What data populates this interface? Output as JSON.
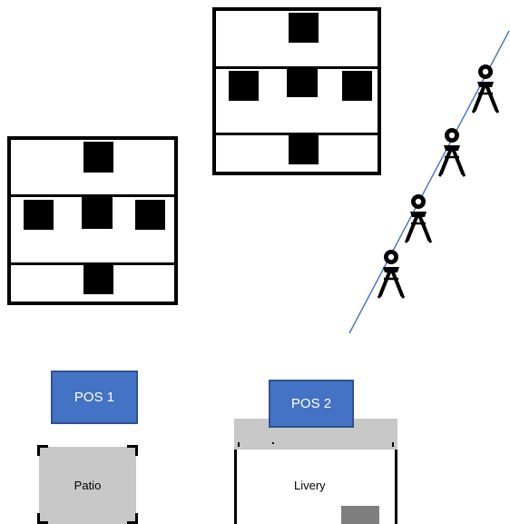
{
  "labels": {
    "pos1": "POS 1",
    "pos2": "POS 2",
    "patio": "Patio",
    "livery": "Livery"
  },
  "icons": {
    "person": "person-on-line-icon"
  },
  "colors": {
    "pos_fill": "#4472c4",
    "pos_border": "#2f528f",
    "patio_fill": "#c8c8c8",
    "line": "#4472c4"
  }
}
